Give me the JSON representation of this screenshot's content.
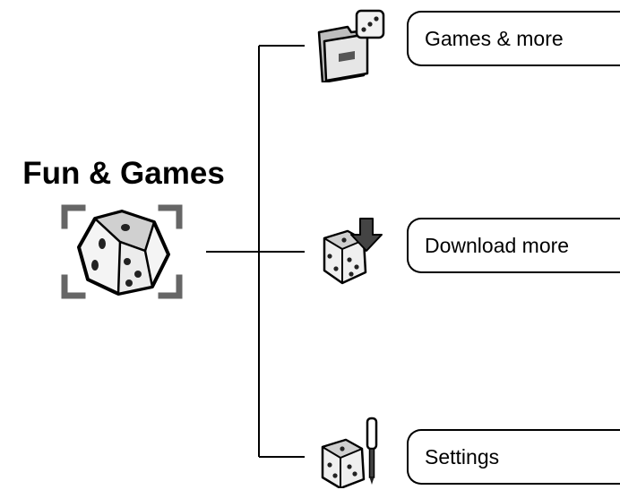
{
  "root": {
    "title": "Fun & Games",
    "icon": "dice-icon"
  },
  "items": [
    {
      "label": "Games & more",
      "icon": "folder-dice-icon"
    },
    {
      "label": "Download more",
      "icon": "dice-download-icon"
    },
    {
      "label": "Settings",
      "icon": "dice-settings-icon"
    }
  ]
}
